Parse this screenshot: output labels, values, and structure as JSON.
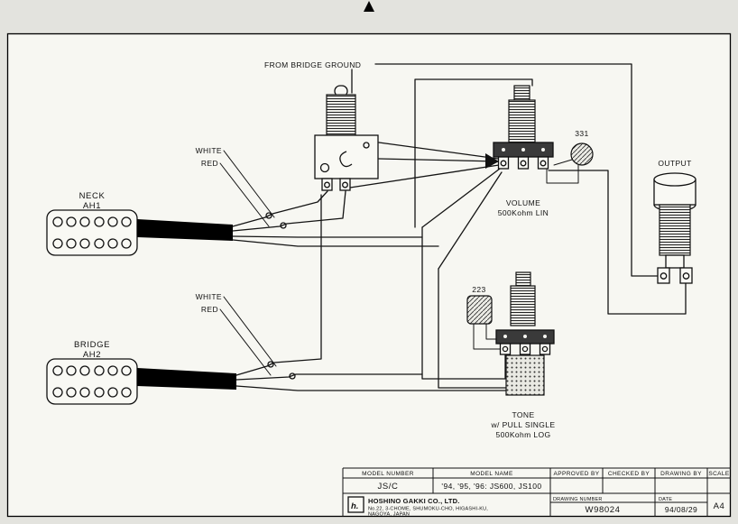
{
  "diagram": {
    "from_bridge_ground": "FROM BRIDGE GROUND",
    "neck": {
      "name": "NECK",
      "code": "AH1",
      "wire1": "WHITE",
      "wire2": "RED"
    },
    "bridge": {
      "name": "BRIDGE",
      "code": "AH2",
      "wire1": "WHITE",
      "wire2": "RED"
    },
    "volume": {
      "name": "VOLUME",
      "spec": "500Kohm LIN",
      "cap": "331"
    },
    "tone": {
      "name": "TONE",
      "pull": "w/ PULL SINGLE",
      "spec": "500Kohm LOG",
      "cap": "223"
    },
    "output": {
      "name": "OUTPUT"
    }
  },
  "title_block": {
    "model_number_label": "MODEL NUMBER",
    "model_number": "JS/C",
    "model_name_label": "MODEL NAME",
    "model_name": "'94, '95, '96: JS600, JS100",
    "approved_by_label": "APPROVED BY",
    "checked_by_label": "CHECKED BY",
    "drawing_by_label": "DRAWING BY",
    "scale_label": "SCALE",
    "logo": "h.",
    "company": "HOSHINO GAKKI CO., LTD.",
    "address1": "No.22, 3-CHOME, SHUMOKU-CHO, HIGASHI-KU,",
    "address2": "NAGOYA, JAPAN",
    "drawing_number_label": "DRAWING NUMBER",
    "drawing_number": "W98024",
    "date_label": "DATE",
    "date": "94/08/29",
    "paper_size": "A4"
  },
  "icons": {
    "top_marker": "up-arrow"
  }
}
